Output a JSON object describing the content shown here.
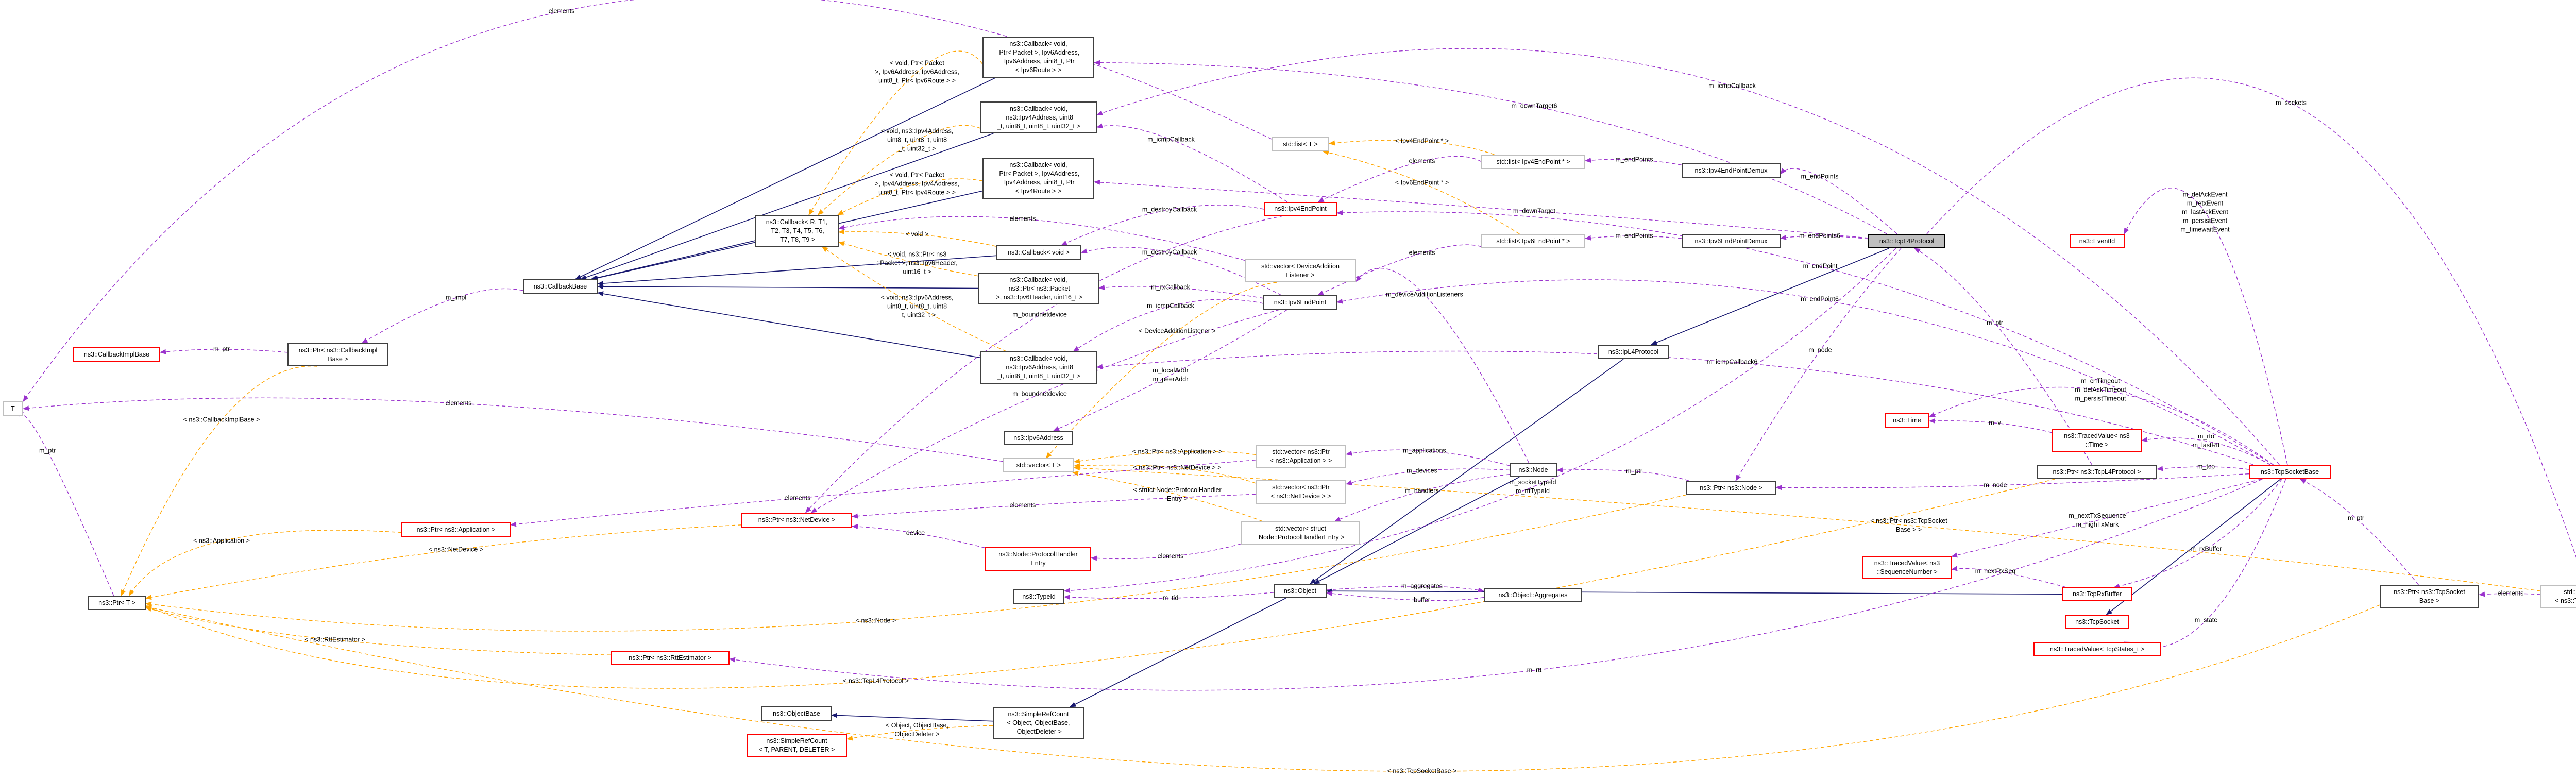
{
  "diagram": {
    "title": "ns3::TcpL4Protocol collaboration diagram",
    "colors": {
      "inherit": "#191970",
      "template": "#ffa500",
      "member": "#9a32cd"
    },
    "nodes": [
      {
        "id": "t",
        "label": "T",
        "status": "gray"
      },
      {
        "id": "ptrT",
        "label": "ns3::Ptr< T >",
        "status": "black"
      },
      {
        "id": "cbImplBase",
        "label": "ns3::CallbackImplBase",
        "status": "red"
      },
      {
        "id": "ptrCbImpl",
        "label": "ns3::Ptr< ns3::CallbackImpl\nBase >",
        "status": "black"
      },
      {
        "id": "cbBase",
        "label": "ns3::CallbackBase",
        "status": "black"
      },
      {
        "id": "cbRT",
        "label": "ns3::Callback< R, T1,\n T2, T3, T4, T5, T6,\n T7, T8, T9 >",
        "status": "black"
      },
      {
        "id": "cb6Route",
        "label": "ns3::Callback< void,\n Ptr< Packet >, Ipv6Address,\n Ipv6Address, uint8_t, Ptr\n< Ipv6Route > >",
        "status": "black"
      },
      {
        "id": "cb4Addr",
        "label": "ns3::Callback< void,\n ns3::Ipv4Address, uint8\n_t, uint8_t, uint8_t, uint32_t >",
        "status": "black"
      },
      {
        "id": "cb4Route",
        "label": "ns3::Callback< void,\n Ptr< Packet >, Ipv4Address,\n Ipv4Address, uint8_t, Ptr\n< Ipv4Route > >",
        "status": "black"
      },
      {
        "id": "cbVoid",
        "label": "ns3::Callback< void >",
        "status": "black"
      },
      {
        "id": "cb6Hdr",
        "label": "ns3::Callback< void,\n ns3::Ptr< ns3::Packet\n >, ns3::Ipv6Header, uint16_t >",
        "status": "black"
      },
      {
        "id": "cb6Addr",
        "label": "ns3::Callback< void,\n ns3::Ipv6Address, uint8\n_t, uint8_t, uint8_t, uint32_t >",
        "status": "black"
      },
      {
        "id": "ipv6Addr",
        "label": "ns3::Ipv6Address",
        "status": "black"
      },
      {
        "id": "vecT",
        "label": "std::vector< T >",
        "status": "gray"
      },
      {
        "id": "listT",
        "label": "std::list< T >",
        "status": "gray"
      },
      {
        "id": "ipv4EP",
        "label": "ns3::Ipv4EndPoint",
        "status": "red"
      },
      {
        "id": "vecDAL",
        "label": "std::vector< DeviceAddition\nListener >",
        "status": "gray"
      },
      {
        "id": "ipv6EP",
        "label": "ns3::Ipv6EndPoint",
        "status": "black"
      },
      {
        "id": "vecApp",
        "label": "std::vector< ns3::Ptr\n< ns3::Application > >",
        "status": "gray"
      },
      {
        "id": "vecDev",
        "label": "std::vector< ns3::Ptr\n< ns3::NetDevice > >",
        "status": "gray"
      },
      {
        "id": "vecPHE",
        "label": "std::vector< struct\n Node::ProtocolHandlerEntry >",
        "status": "gray"
      },
      {
        "id": "phe",
        "label": "ns3::Node::ProtocolHandler\nEntry",
        "status": "red"
      },
      {
        "id": "typeId",
        "label": "ns3::TypeId",
        "status": "black"
      },
      {
        "id": "object",
        "label": "ns3::Object",
        "status": "black"
      },
      {
        "id": "aggr",
        "label": "ns3::Object::Aggregates",
        "status": "black"
      },
      {
        "id": "src",
        "label": "ns3::SimpleRefCount\n< Object, ObjectBase,\n ObjectDeleter >",
        "status": "black"
      },
      {
        "id": "objBase",
        "label": "ns3::ObjectBase",
        "status": "black"
      },
      {
        "id": "srcT",
        "label": "ns3::SimpleRefCount\n< T, PARENT, DELETER >",
        "status": "red"
      },
      {
        "id": "ptrApp",
        "label": "ns3::Ptr< ns3::Application >",
        "status": "red"
      },
      {
        "id": "ptrDev",
        "label": "ns3::Ptr< ns3::NetDevice >",
        "status": "red"
      },
      {
        "id": "ptrRtt",
        "label": "ns3::Ptr< ns3::RttEstimator >",
        "status": "red"
      },
      {
        "id": "list4",
        "label": "std::list< Ipv4EndPoint * >",
        "status": "gray"
      },
      {
        "id": "demux4",
        "label": "ns3::Ipv4EndPointDemux",
        "status": "black"
      },
      {
        "id": "list6",
        "label": "std::list< Ipv6EndPoint * >",
        "status": "gray"
      },
      {
        "id": "demux6",
        "label": "ns3::Ipv6EndPointDemux",
        "status": "black"
      },
      {
        "id": "ipL4",
        "label": "ns3::IpL4Protocol",
        "status": "black"
      },
      {
        "id": "node",
        "label": "ns3::Node",
        "status": "black"
      },
      {
        "id": "ptrNode",
        "label": "ns3::Ptr< ns3::Node >",
        "status": "black"
      },
      {
        "id": "tcpL4",
        "label": "ns3::TcpL4Protocol",
        "status": "focus"
      },
      {
        "id": "eventId",
        "label": "ns3::EventId",
        "status": "red"
      },
      {
        "id": "time",
        "label": "ns3::Time",
        "status": "red"
      },
      {
        "id": "tvTime",
        "label": "ns3::TracedValue< ns3\n::Time >",
        "status": "red"
      },
      {
        "id": "ptrTcpL4",
        "label": "ns3::Ptr< ns3::TcpL4Protocol >",
        "status": "black"
      },
      {
        "id": "tsb",
        "label": "ns3::TcpSocketBase",
        "status": "red"
      },
      {
        "id": "tvSeq",
        "label": "ns3::TracedValue< ns3\n::SequenceNumber >",
        "status": "red"
      },
      {
        "id": "rxBuf",
        "label": "ns3::TcpRxBuffer",
        "status": "red"
      },
      {
        "id": "tcpSock",
        "label": "ns3::TcpSocket",
        "status": "red"
      },
      {
        "id": "tvState",
        "label": "ns3::TracedValue< TcpStates_t >",
        "status": "red"
      },
      {
        "id": "ptrTSB",
        "label": "ns3::Ptr< ns3::TcpSocket\nBase >",
        "status": "black"
      },
      {
        "id": "vecTSB",
        "label": "std::vector< ns3::Ptr\n< ns3::TcpSocketBase > >",
        "status": "gray"
      }
    ],
    "edges": [
      {
        "id": "i1",
        "from": "cb6Route",
        "to": "cbBase",
        "kind": "inherit",
        "label": ""
      },
      {
        "id": "i2",
        "from": "cb4Addr",
        "to": "cbBase",
        "kind": "inherit",
        "label": ""
      },
      {
        "id": "i3",
        "from": "cb4Route",
        "to": "cbBase",
        "kind": "inherit",
        "label": ""
      },
      {
        "id": "i4",
        "from": "cbRT",
        "to": "cbBase",
        "kind": "inherit",
        "label": ""
      },
      {
        "id": "i5",
        "from": "cbVoid",
        "to": "cbBase",
        "kind": "inherit",
        "label": ""
      },
      {
        "id": "i6",
        "from": "cb6Hdr",
        "to": "cbBase",
        "kind": "inherit",
        "label": ""
      },
      {
        "id": "i7",
        "from": "cb6Addr",
        "to": "cbBase",
        "kind": "inherit",
        "label": ""
      },
      {
        "id": "i8",
        "from": "tcpL4",
        "to": "ipL4",
        "kind": "inherit",
        "label": ""
      },
      {
        "id": "i9",
        "from": "ipL4",
        "to": "object",
        "kind": "inherit",
        "label": ""
      },
      {
        "id": "i10",
        "from": "node",
        "to": "object",
        "kind": "inherit",
        "label": ""
      },
      {
        "id": "i11",
        "from": "tsb",
        "to": "tcpSock",
        "kind": "inherit",
        "label": ""
      },
      {
        "id": "i12",
        "from": "rxBuf",
        "to": "object",
        "kind": "inherit",
        "label": ""
      },
      {
        "id": "i13",
        "from": "object",
        "to": "src",
        "kind": "inherit",
        "label": ""
      },
      {
        "id": "i14",
        "from": "src",
        "to": "objBase",
        "kind": "inherit",
        "label": ""
      },
      {
        "id": "t1",
        "from": "cb6Route",
        "to": "cbRT",
        "kind": "template",
        "label": "< void, Ptr< Packet\n>, Ipv6Address, Ipv6Address,\nuint8_t, Ptr< Ipv6Route > >"
      },
      {
        "id": "t2",
        "from": "cb4Addr",
        "to": "cbRT",
        "kind": "template",
        "label": "< void, ns3::Ipv4Address,\nuint8_t, uint8_t, uint8\n_t, uint32_t >"
      },
      {
        "id": "t3",
        "from": "cb4Route",
        "to": "cbRT",
        "kind": "template",
        "label": "< void, Ptr< Packet\n>, Ipv4Address, Ipv4Address,\nuint8_t, Ptr< Ipv4Route > >"
      },
      {
        "id": "t4",
        "from": "cbVoid",
        "to": "cbRT",
        "kind": "template",
        "label": "< void >"
      },
      {
        "id": "t5",
        "from": "cb6Hdr",
        "to": "cbRT",
        "kind": "template",
        "label": "< void, ns3::Ptr< ns3\n::Packet >, ns3::Ipv6Header,\nuint16_t >"
      },
      {
        "id": "t6",
        "from": "cb6Addr",
        "to": "cbRT",
        "kind": "template",
        "label": "< void, ns3::Ipv6Address,\nuint8_t, uint8_t, uint8\n_t, uint32_t >"
      },
      {
        "id": "t7",
        "from": "ptrCbImpl",
        "to": "ptrT",
        "kind": "template",
        "label": "< ns3::CallbackImplBase >"
      },
      {
        "id": "t8",
        "from": "ptrApp",
        "to": "ptrT",
        "kind": "template",
        "label": "< ns3::Application >"
      },
      {
        "id": "t9",
        "from": "ptrDev",
        "to": "ptrT",
        "kind": "template",
        "label": "< ns3::NetDevice >"
      },
      {
        "id": "t10",
        "from": "ptrNode",
        "to": "ptrT",
        "kind": "template",
        "label": "< ns3::Node >"
      },
      {
        "id": "t11",
        "from": "ptrRtt",
        "to": "ptrT",
        "kind": "template",
        "label": "< ns3::RttEstimator >"
      },
      {
        "id": "t12",
        "from": "ptrTcpL4",
        "to": "ptrT",
        "kind": "template",
        "label": "< ns3::TcpL4Protocol >"
      },
      {
        "id": "t13",
        "from": "ptrTSB",
        "to": "ptrT",
        "kind": "template",
        "label": "< ns3::TcpSocketBase >"
      },
      {
        "id": "t14",
        "from": "list4",
        "to": "listT",
        "kind": "template",
        "label": "< Ipv4EndPoint * >"
      },
      {
        "id": "t15",
        "from": "list6",
        "to": "listT",
        "kind": "template",
        "label": "< Ipv6EndPoint * >"
      },
      {
        "id": "t16",
        "from": "vecDAL",
        "to": "vecT",
        "kind": "template",
        "label": "< DeviceAdditionListener >"
      },
      {
        "id": "t17",
        "from": "vecApp",
        "to": "vecT",
        "kind": "template",
        "label": "< ns3::Ptr< ns3::Application > >"
      },
      {
        "id": "t18",
        "from": "vecDev",
        "to": "vecT",
        "kind": "template",
        "label": "< ns3::Ptr< ns3::NetDevice > >"
      },
      {
        "id": "t19",
        "from": "vecPHE",
        "to": "vecT",
        "kind": "template",
        "label": "< struct Node::ProtocolHandler\nEntry >"
      },
      {
        "id": "t20",
        "from": "vecTSB",
        "to": "vecT",
        "kind": "template",
        "label": "< ns3::Ptr< ns3::TcpSocket\nBase > >"
      },
      {
        "id": "t21",
        "from": "src",
        "to": "srcT",
        "kind": "template",
        "label": "< Object, ObjectBase,\nObjectDeleter >"
      },
      {
        "id": "m1",
        "from": "cbBase",
        "to": "ptrCbImpl",
        "kind": "member",
        "label": "m_impl"
      },
      {
        "id": "m2",
        "from": "ptrCbImpl",
        "to": "cbImplBase",
        "kind": "member",
        "label": "m_ptr"
      },
      {
        "id": "m3",
        "from": "ptrT",
        "to": "t",
        "kind": "member",
        "label": "m_ptr"
      },
      {
        "id": "m4",
        "from": "listT",
        "to": "t",
        "kind": "member",
        "label": "elements"
      },
      {
        "id": "m5",
        "from": "vecT",
        "to": "t",
        "kind": "member",
        "label": "elements"
      },
      {
        "id": "m6",
        "from": "vecApp",
        "to": "ptrApp",
        "kind": "member",
        "label": "elements"
      },
      {
        "id": "m7",
        "from": "vecDev",
        "to": "ptrDev",
        "kind": "member",
        "label": "elements"
      },
      {
        "id": "m8",
        "from": "phe",
        "to": "ptrDev",
        "kind": "member",
        "label": "device"
      },
      {
        "id": "m9",
        "from": "vecPHE",
        "to": "phe",
        "kind": "member",
        "label": "elements"
      },
      {
        "id": "m10",
        "from": "ipv4EP",
        "to": "cb4Addr",
        "kind": "member",
        "label": "m_icmpCallback"
      },
      {
        "id": "m11",
        "from": "ipv4EP",
        "to": "cbVoid",
        "kind": "member",
        "label": "m_destroyCallback"
      },
      {
        "id": "m12",
        "from": "ipv6EP",
        "to": "cbVoid",
        "kind": "member",
        "label": "m_destroyCallback"
      },
      {
        "id": "m13",
        "from": "ipv6EP",
        "to": "cb6Hdr",
        "kind": "member",
        "label": "m_rxCallback"
      },
      {
        "id": "m14",
        "from": "ipv6EP",
        "to": "cb6Addr",
        "kind": "member",
        "label": "m_icmpCallback"
      },
      {
        "id": "m15",
        "from": "ipv6EP",
        "to": "ipv6Addr",
        "kind": "member",
        "label": "m_localAddr\nm_peerAddr"
      },
      {
        "id": "m16",
        "from": "ipv4EP",
        "to": "ptrDev",
        "kind": "member",
        "label": "m_boundnetdevice"
      },
      {
        "id": "m17",
        "from": "ipv6EP",
        "to": "ptrDev",
        "kind": "member",
        "label": "m_boundnetdevice"
      },
      {
        "id": "m18",
        "from": "vecDAL",
        "to": "cbRT",
        "kind": "member",
        "label": "elements"
      },
      {
        "id": "m19",
        "from": "list4",
        "to": "ipv4EP",
        "kind": "member",
        "label": "elements"
      },
      {
        "id": "m20",
        "from": "list6",
        "to": "ipv6EP",
        "kind": "member",
        "label": "elements"
      },
      {
        "id": "m21",
        "from": "demux4",
        "to": "list4",
        "kind": "member",
        "label": "m_endPoints"
      },
      {
        "id": "m22",
        "from": "demux6",
        "to": "list6",
        "kind": "member",
        "label": "m_endPoints"
      },
      {
        "id": "m23",
        "from": "tcpL4",
        "to": "demux4",
        "kind": "member",
        "label": "m_endPoints"
      },
      {
        "id": "m24",
        "from": "tcpL4",
        "to": "demux6",
        "kind": "member",
        "label": "m_endPoints6"
      },
      {
        "id": "m25",
        "from": "tcpL4",
        "to": "cb6Route",
        "kind": "member",
        "label": "m_downTarget6"
      },
      {
        "id": "m26",
        "from": "tcpL4",
        "to": "cb4Route",
        "kind": "member",
        "label": "m_downTarget"
      },
      {
        "id": "m27",
        "from": "tsb",
        "to": "cb4Addr",
        "kind": "member",
        "label": "m_icmpCallback"
      },
      {
        "id": "m28",
        "from": "tsb",
        "to": "cb6Addr",
        "kind": "member",
        "label": "m_icmpCallback6"
      },
      {
        "id": "m29",
        "from": "tsb",
        "to": "ipv4EP",
        "kind": "member",
        "label": "m_endPoint"
      },
      {
        "id": "m30",
        "from": "tsb",
        "to": "ipv6EP",
        "kind": "member",
        "label": "m_endPoint6"
      },
      {
        "id": "m31",
        "from": "tcpL4",
        "to": "ptrNode",
        "kind": "member",
        "label": "m_node"
      },
      {
        "id": "m32",
        "from": "tsb",
        "to": "ptrNode",
        "kind": "member",
        "label": "m_node"
      },
      {
        "id": "m33",
        "from": "tcpL4",
        "to": "vecTSB",
        "kind": "member",
        "label": "m_sockets"
      },
      {
        "id": "m34",
        "from": "node",
        "to": "vecDAL",
        "kind": "member",
        "label": "m_deviceAdditionListeners"
      },
      {
        "id": "m35",
        "from": "node",
        "to": "vecApp",
        "kind": "member",
        "label": "m_applications"
      },
      {
        "id": "m36",
        "from": "node",
        "to": "vecDev",
        "kind": "member",
        "label": "m_devices"
      },
      {
        "id": "m37",
        "from": "node",
        "to": "vecPHE",
        "kind": "member",
        "label": "m_handlers"
      },
      {
        "id": "m38",
        "from": "ptrNode",
        "to": "node",
        "kind": "member",
        "label": "m_ptr"
      },
      {
        "id": "m39",
        "from": "tcpL4",
        "to": "typeId",
        "kind": "member",
        "label": "m_socketTypeId\nm_rttTypeId"
      },
      {
        "id": "m40",
        "from": "object",
        "to": "typeId",
        "kind": "member",
        "label": "m_tid"
      },
      {
        "id": "m41",
        "from": "object",
        "to": "aggr",
        "kind": "member",
        "label": "m_aggregates"
      },
      {
        "id": "m42",
        "from": "aggr",
        "to": "object",
        "kind": "member",
        "label": "buffer"
      },
      {
        "id": "m43",
        "from": "ptrTcpL4",
        "to": "tcpL4",
        "kind": "member",
        "label": "m_ptr"
      },
      {
        "id": "m44",
        "from": "tsb",
        "to": "ptrTcpL4",
        "kind": "member",
        "label": "m_tcp"
      },
      {
        "id": "m45",
        "from": "tsb",
        "to": "eventId",
        "kind": "member",
        "label": "m_delAckEvent\nm_retxEvent\nm_lastAckEvent\nm_persistEvent\nm_timewaitEvent"
      },
      {
        "id": "m46",
        "from": "tsb",
        "to": "time",
        "kind": "member",
        "label": "m_cnTimeout\nm_delAckTimeout\nm_persistTimeout"
      },
      {
        "id": "m47",
        "from": "tvTime",
        "to": "time",
        "kind": "member",
        "label": "m_v"
      },
      {
        "id": "m48",
        "from": "tsb",
        "to": "tvTime",
        "kind": "member",
        "label": "m_rto\nm_lastRtt"
      },
      {
        "id": "m49",
        "from": "tsb",
        "to": "tvSeq",
        "kind": "member",
        "label": "m_nextTxSequence\nm_highTxMark"
      },
      {
        "id": "m50",
        "from": "rxBuf",
        "to": "tvSeq",
        "kind": "member",
        "label": "m_nextRxSeq"
      },
      {
        "id": "m51",
        "from": "tsb",
        "to": "rxBuf",
        "kind": "member",
        "label": "m_rxBuffer"
      },
      {
        "id": "m52",
        "from": "tsb",
        "to": "tvState",
        "kind": "member",
        "label": "m_state"
      },
      {
        "id": "m53",
        "from": "tsb",
        "to": "ptrRtt",
        "kind": "member",
        "label": "m_rtt"
      },
      {
        "id": "m54",
        "from": "ptrTSB",
        "to": "tsb",
        "kind": "member",
        "label": "m_ptr"
      },
      {
        "id": "m55",
        "from": "vecTSB",
        "to": "ptrTSB",
        "kind": "member",
        "label": "elements"
      }
    ]
  }
}
